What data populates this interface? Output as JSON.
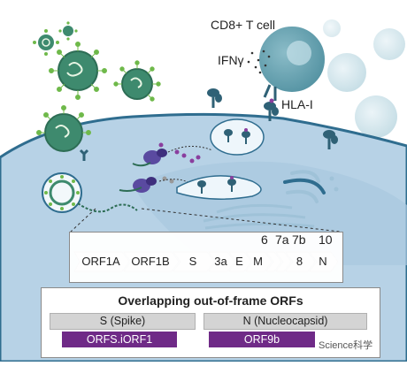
{
  "labels": {
    "tcell": "CD8+ T cell",
    "ifn": "IFNγ",
    "hla": "HLA-I"
  },
  "genome": {
    "segments": [
      "ORF1A",
      "ORF1B",
      "S",
      "3a",
      "E",
      "M",
      "",
      "",
      "8",
      "N"
    ],
    "top_numbers": [
      "6",
      "7a",
      "7b",
      "10"
    ]
  },
  "orf_panel": {
    "title": "Overlapping out-of-frame ORFs",
    "genes": [
      {
        "name": "S (Spike)",
        "orf": "ORFS.iORF1"
      },
      {
        "name": "N (Nucleocapsid)",
        "orf": "ORF9b"
      }
    ]
  },
  "watermark": "Science科学",
  "colors": {
    "virus": "#3e8a6e",
    "spike": "#6fb94a",
    "cell_body": "#b7d2e6",
    "cell_outline": "#2f6d8f",
    "tcell": "#6aa7b7",
    "hla": "#2f6176",
    "orf_purple": "#6f2a87",
    "gene_gray": "#d4d4d4"
  }
}
